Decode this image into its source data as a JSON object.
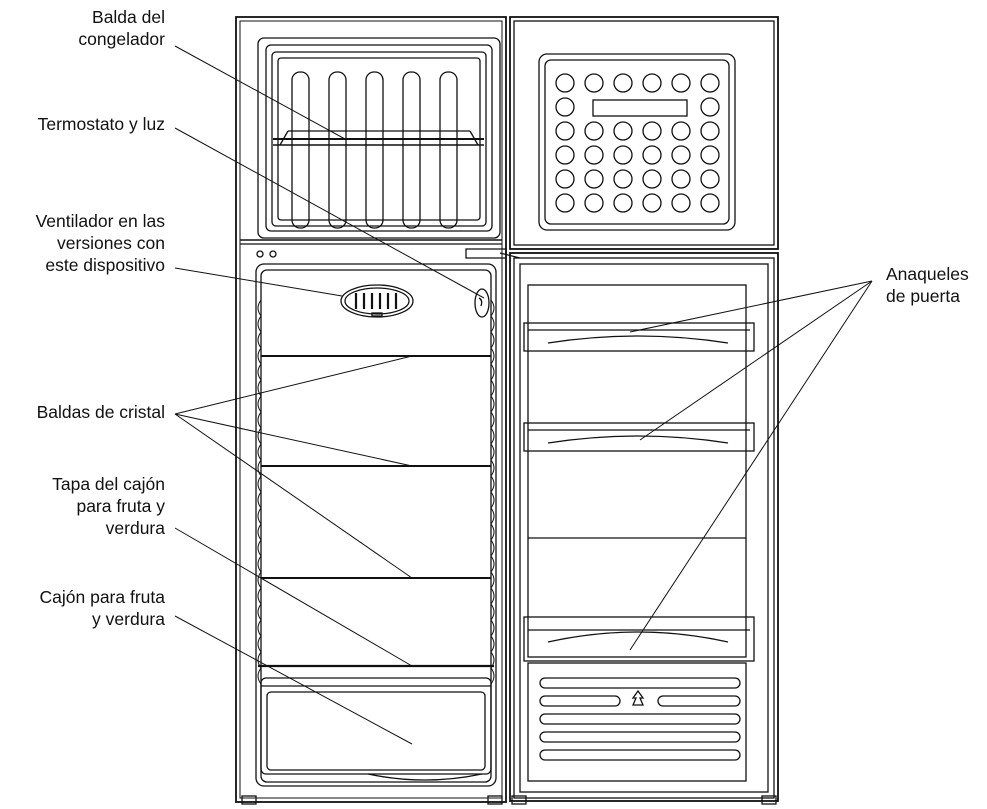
{
  "labels": {
    "freezer_shelf": [
      "Balda del",
      "congelador"
    ],
    "thermostat": [
      "Termostato y luz"
    ],
    "fan": [
      "Ventilador en las",
      "versiones con",
      "este dispositivo"
    ],
    "glass_shelves": [
      "Baldas de cristal"
    ],
    "crisper_cover": [
      "Tapa del cajón",
      "para fruta y",
      "verdura"
    ],
    "crisper": [
      "Cajón para fruta",
      "y verdura"
    ],
    "door_shelves": [
      "Anaqueles",
      "de puerta"
    ]
  }
}
